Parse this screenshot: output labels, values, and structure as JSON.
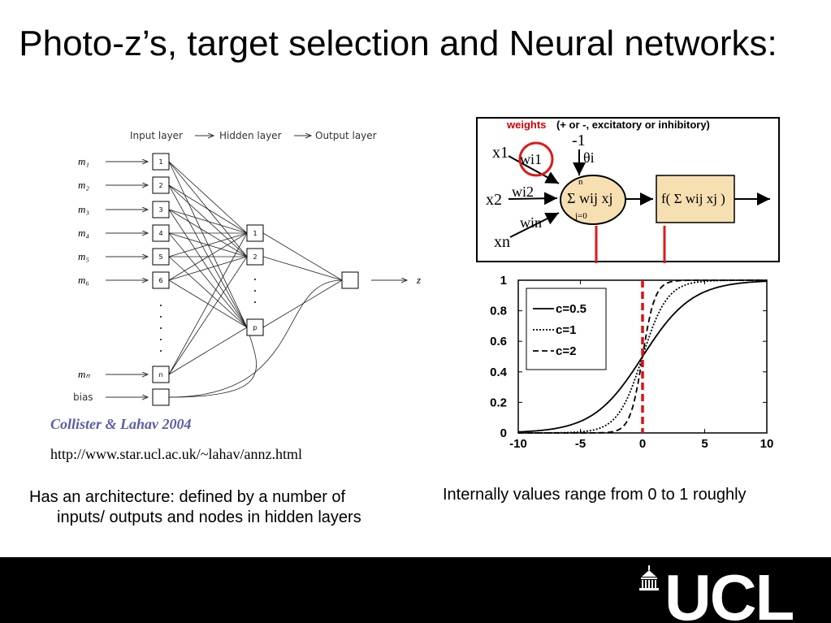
{
  "slide": {
    "title": "Photo-z’s, target selection and Neural networks:",
    "citation": "Collister & Lahav 2004",
    "url": "http://www.star.ucl.ac.uk/~lahav/annz.html",
    "bullets": [
      "Has an architecture: defined by a number of inputs/ outputs and nodes in hidden layers",
      "Internally values range from 0 to 1 roughly"
    ]
  },
  "network_diagram": {
    "header": {
      "input": "Input layer",
      "hidden": "Hidden layer",
      "output": "Output layer"
    },
    "inputs": [
      "m₁",
      "m₂",
      "m₃",
      "m₄",
      "m₅",
      "m₆",
      "mₙ"
    ],
    "input_nodes": [
      "1",
      "2",
      "3",
      "4",
      "5",
      "6",
      "n"
    ],
    "bias_label": "bias",
    "hidden_nodes": [
      "1",
      "2",
      "p"
    ],
    "output_label": "z"
  },
  "neuron_diagram": {
    "weights_label": "weights",
    "weights_note": "(+ or -, excitatory or inhibitory)",
    "threshold_value": "-1",
    "threshold": "θi",
    "inputs": [
      "x1",
      "x2",
      "xn"
    ],
    "weights": [
      "wi1",
      "wi2",
      "win"
    ],
    "sum": "Σ wij xj",
    "sum_upper": "n",
    "sum_lower": "j=0",
    "func": "f( Σ wij xj )"
  },
  "chart_data": {
    "type": "line",
    "xlim": [
      -10,
      10
    ],
    "ylim": [
      0,
      1
    ],
    "x_ticks": [
      "-10",
      "-5",
      "0",
      "5",
      "10"
    ],
    "y_ticks": [
      "0",
      "0.2",
      "0.4",
      "0.6",
      "0.8",
      "1"
    ],
    "legend_placement": "top-left",
    "threshold_line_x": 0,
    "series": [
      {
        "name": "c=0.5",
        "style": "solid",
        "c": 0.5,
        "x": [
          -10,
          -8,
          -6,
          -4,
          -2,
          0,
          2,
          4,
          6,
          8,
          10
        ],
        "y": [
          0.007,
          0.018,
          0.047,
          0.119,
          0.269,
          0.5,
          0.731,
          0.881,
          0.953,
          0.982,
          0.993
        ]
      },
      {
        "name": "c=1",
        "style": "dotted",
        "c": 1,
        "x": [
          -10,
          -8,
          -6,
          -4,
          -2,
          0,
          2,
          4,
          6,
          8,
          10
        ],
        "y": [
          0.0,
          0.0,
          0.002,
          0.018,
          0.119,
          0.5,
          0.881,
          0.982,
          0.998,
          1.0,
          1.0
        ]
      },
      {
        "name": "c=2",
        "style": "dashed",
        "c": 2,
        "x": [
          -10,
          -8,
          -6,
          -4,
          -2,
          0,
          2,
          4,
          6,
          8,
          10
        ],
        "y": [
          0.0,
          0.0,
          0.0,
          0.0,
          0.018,
          0.5,
          0.982,
          1.0,
          1.0,
          1.0,
          1.0
        ]
      }
    ],
    "colors": {
      "threshold": "#e01010",
      "curves": "#000000"
    }
  },
  "footer": {
    "logo": "UCL"
  }
}
